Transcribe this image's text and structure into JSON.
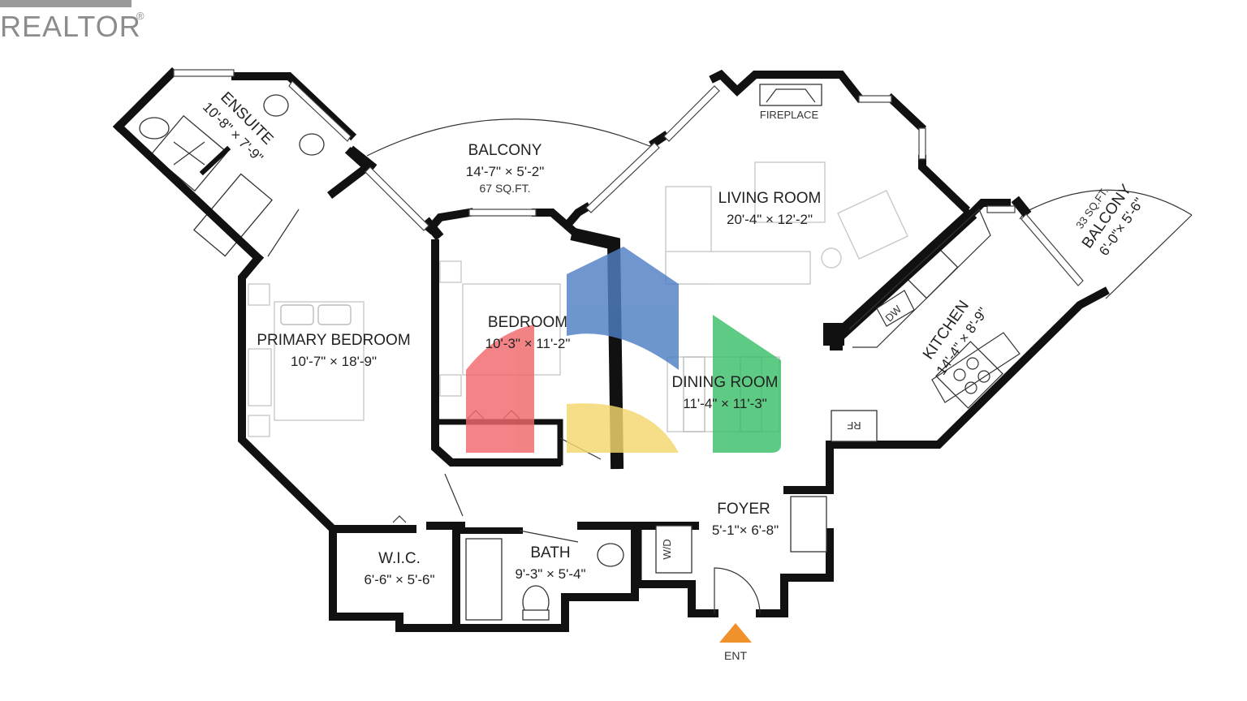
{
  "brand": {
    "logo_text": "REALTOR",
    "registered_mark": "®"
  },
  "rooms": {
    "ensuite": {
      "name": "ENSUITE",
      "dims": "10'-8\" × 7'-9\""
    },
    "balcony_main": {
      "name": "BALCONY",
      "dims": "14'-7\" × 5'-2\"",
      "area": "67 SQ.FT."
    },
    "living": {
      "name": "LIVING ROOM",
      "dims": "20'-4\" × 12'-2\""
    },
    "fireplace": {
      "name": "FIREPLACE"
    },
    "balcony_side": {
      "area": "33 SQ.FT.",
      "name": "BALCONY",
      "dims": "6'-0\"× 5'-6\""
    },
    "kitchen": {
      "name": "KITCHEN",
      "dims": "14'-4\" × 8'-9\""
    },
    "primary_bedroom": {
      "name": "PRIMARY BEDROOM",
      "dims": "10'-7\" × 18'-9\""
    },
    "bedroom": {
      "name": "BEDROOM",
      "dims": "10'-3\" × 11'-2\""
    },
    "dining": {
      "name": "DINING ROOM",
      "dims": "11'-4\" × 11'-3\""
    },
    "foyer": {
      "name": "FOYER",
      "dims": "5'-1\"× 6'-8\""
    },
    "wic": {
      "name": "W.I.C.",
      "dims": "6'-6\" × 5'-6\""
    },
    "bath": {
      "name": "BATH",
      "dims": "9'-3\" × 5'-4\""
    }
  },
  "fixtures": {
    "dishwasher": "DW",
    "refrigerator": "RF",
    "washer_dryer": "W/D"
  },
  "entry": {
    "label": "ENT",
    "marker_color": "#f0922b"
  },
  "watermark": {
    "colors": {
      "blue": "#4f7fc4",
      "red": "#f0686b",
      "yellow": "#f5d76e",
      "green": "#3bbf6a"
    }
  }
}
